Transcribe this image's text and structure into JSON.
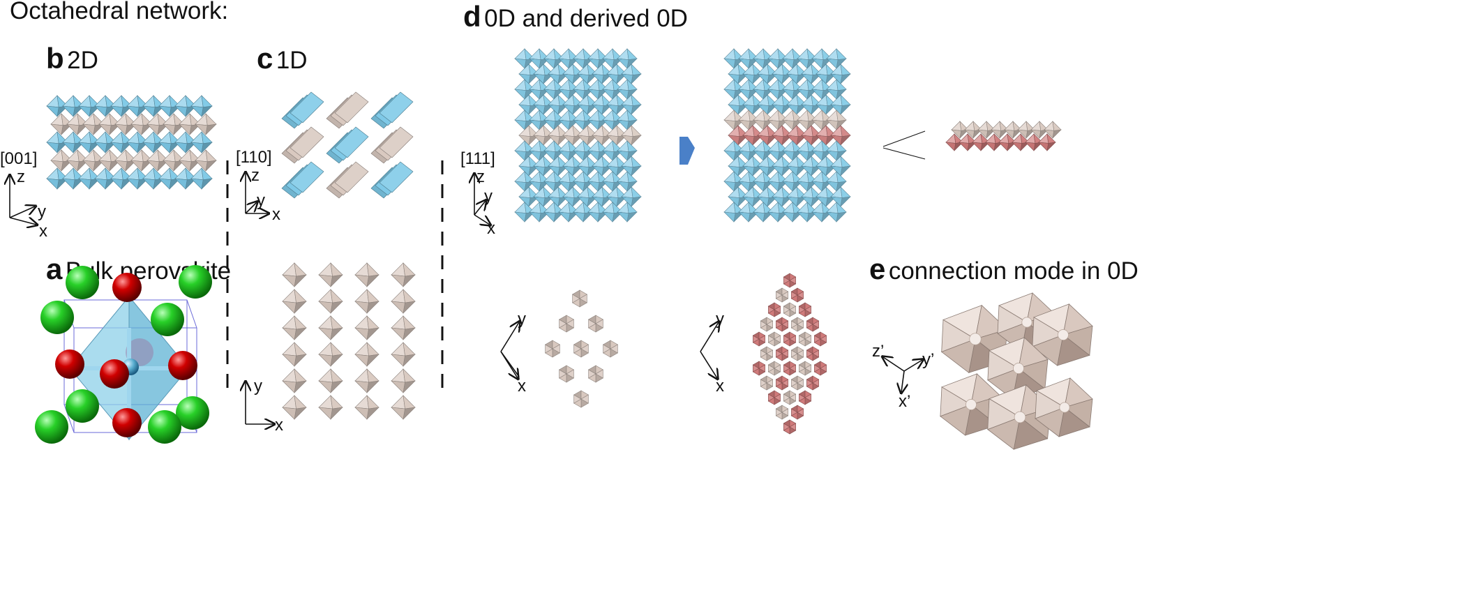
{
  "header": {
    "title": "Octahedral network:"
  },
  "panels": {
    "a": {
      "letter": "a",
      "title": "Bulk perovskite"
    },
    "b": {
      "letter": "b",
      "title": "2D",
      "direction": "[001]",
      "axes": {
        "vertical": "z",
        "depth": "y",
        "horizontal": "x"
      }
    },
    "c": {
      "letter": "c",
      "title": "1D",
      "direction": "[110]",
      "axes": {
        "vertical": "z",
        "depth": "y",
        "horizontal": "x"
      },
      "lower_axes": {
        "vertical": "y",
        "horizontal": "x"
      }
    },
    "d": {
      "letter": "d",
      "title": "0D and derived 0D",
      "direction": "[111]",
      "axes": {
        "vertical": "z",
        "depth": "y",
        "horizontal": "x"
      },
      "lower_axes_left": {
        "up": "y",
        "down": "x"
      },
      "lower_axes_right": {
        "up": "y",
        "down": "x"
      }
    },
    "e": {
      "letter": "e",
      "title": "connection mode in 0D",
      "axes": {
        "left": "z’",
        "right": "y’",
        "down": "x’"
      }
    }
  },
  "colors": {
    "blue_octahedron": "#7cc8e6",
    "beige_octahedron": "#d8c8bf",
    "red_octahedron": "#cf7a7a",
    "a_site_green": "#1fc01f",
    "x_site_red": "#d00000",
    "b_site_blue": "#5aaed0",
    "arrow_blue": "#4a80c8",
    "divider": "#111111"
  }
}
